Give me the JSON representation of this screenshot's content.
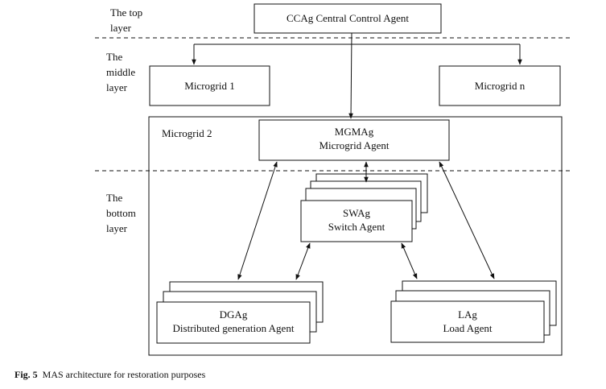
{
  "layers": {
    "top": "The top\nlayer",
    "middle": "The\nmiddle\nlayer",
    "bottom": "The\nbottom\nlayer"
  },
  "boxes": {
    "ccag": "CCAg Central Control Agent",
    "microgrid1": "Microgrid 1",
    "microgridn": "Microgrid n",
    "microgrid2": "Microgrid 2",
    "mgmag_line1": "MGMAg",
    "mgmag_line2": "Microgrid Agent",
    "swag_line1": "SWAg",
    "swag_line2": "Switch Agent",
    "dgag_line1": "DGAg",
    "dgag_line2": "Distributed generation Agent",
    "lag_line1": "LAg",
    "lag_line2": "Load Agent"
  },
  "caption": {
    "label": "Fig. 5",
    "text": "MAS architecture for restoration purposes"
  }
}
